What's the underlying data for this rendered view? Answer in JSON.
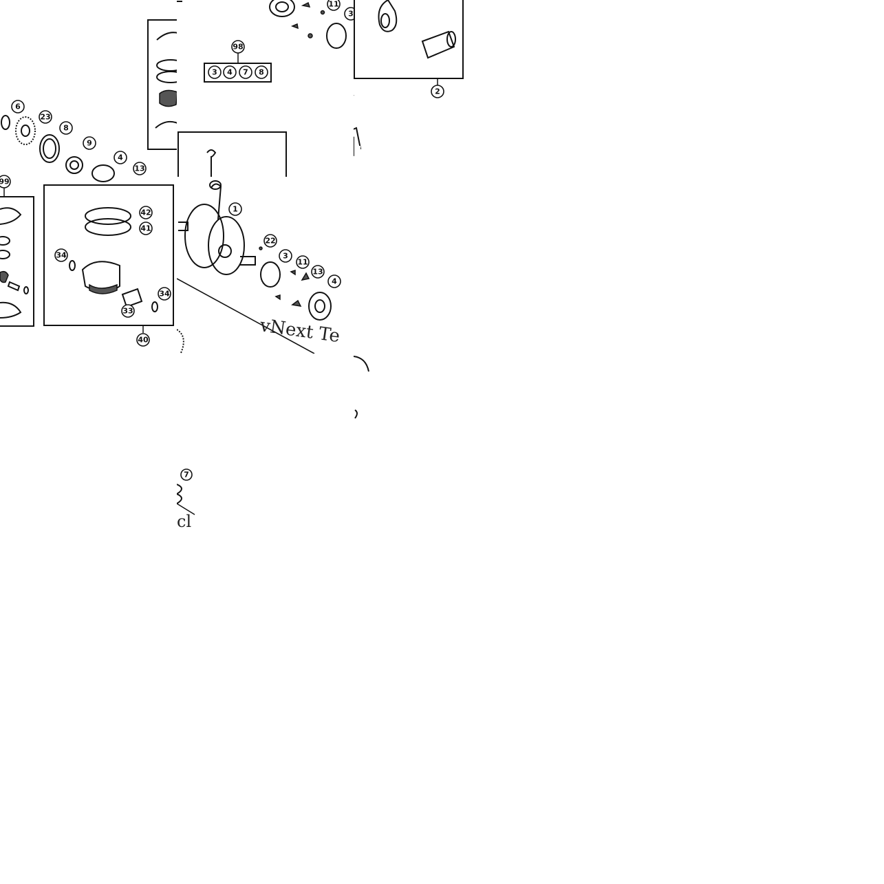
{
  "diagram": {
    "callouts_tile_top_middle": [
      "11",
      "3",
      "98"
    ],
    "kit_98_members": [
      "3",
      "4",
      "7",
      "8"
    ],
    "callouts_tile_top_right": [
      "2"
    ],
    "callouts_tile_left": [
      "6",
      "23",
      "8",
      "9",
      "4",
      "13",
      "99"
    ],
    "callouts_piston_kit": [
      "42",
      "41",
      "34",
      "34",
      "33",
      "40"
    ],
    "callouts_crankshaft": [
      "1",
      "22",
      "3",
      "11",
      "13",
      "4"
    ],
    "callouts_bottom_strip": [
      "7"
    ],
    "watermark_text": "vNext Te",
    "watermark_fragment": "cl"
  },
  "colors": {
    "line": "#111111",
    "background": "#ffffff"
  }
}
